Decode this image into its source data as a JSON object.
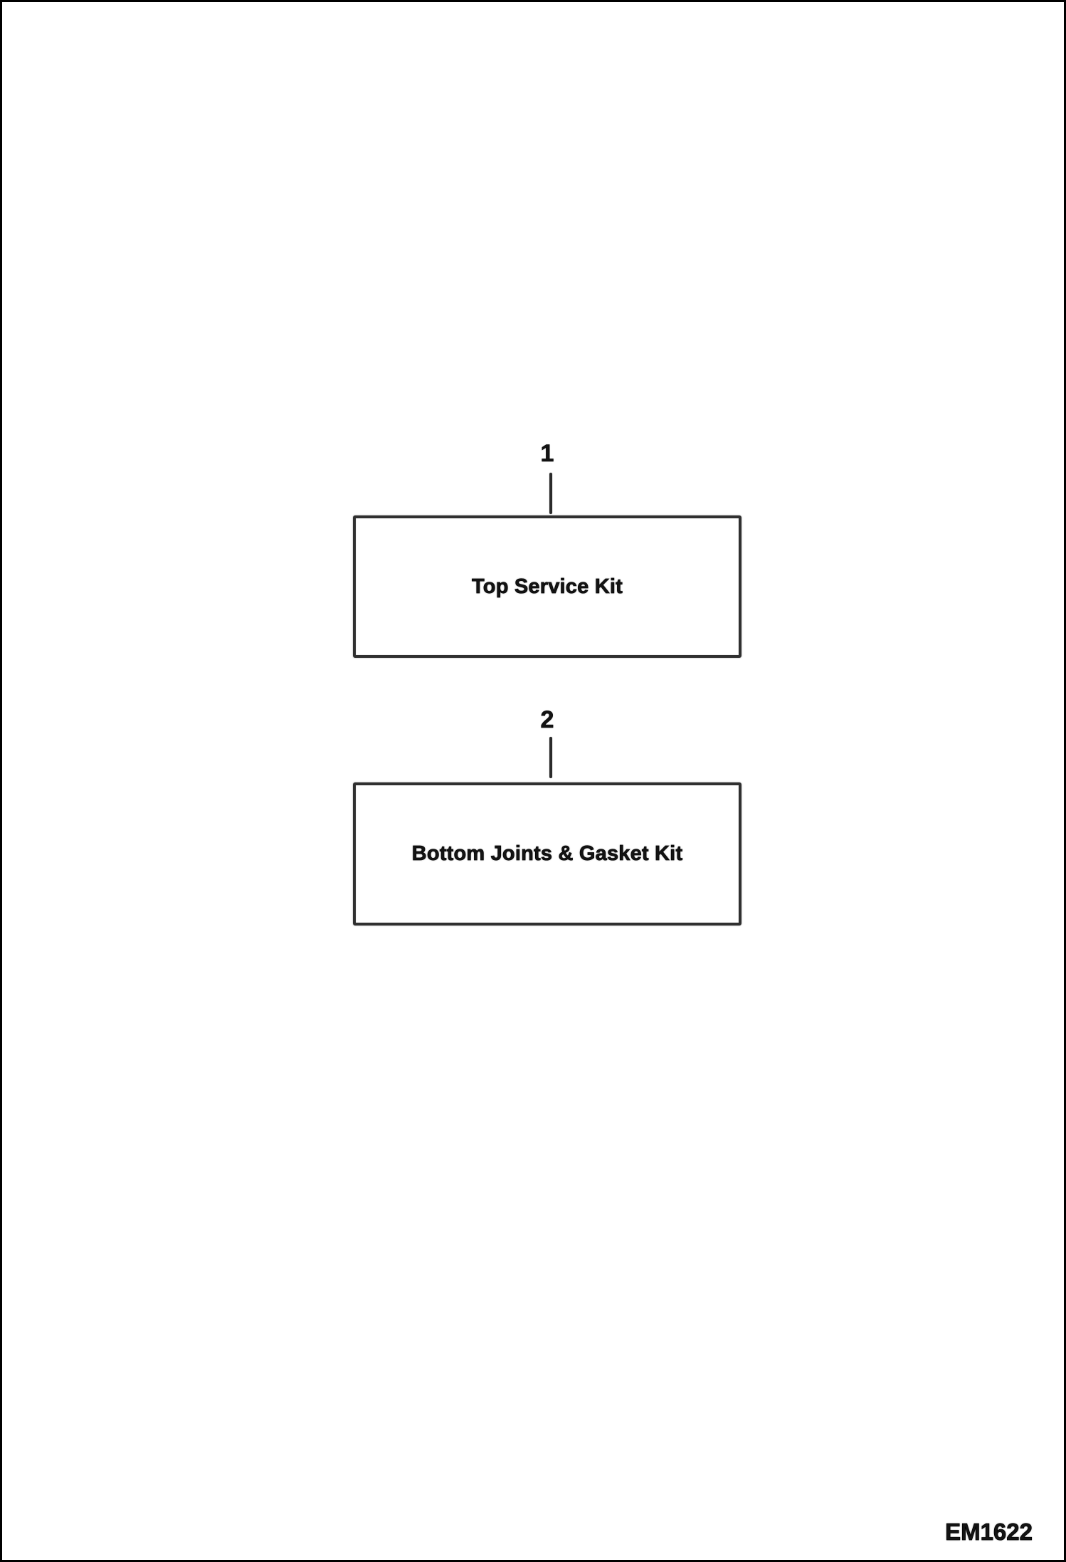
{
  "page": {
    "background_color": "#ffffff",
    "border_color": "#000000",
    "ink_color": "#141414",
    "figure_code": "EM1622"
  },
  "diagram": {
    "items": [
      {
        "callout": "1",
        "label": "Top Service Kit"
      },
      {
        "callout": "2",
        "label": "Bottom Joints & Gasket Kit"
      }
    ]
  }
}
